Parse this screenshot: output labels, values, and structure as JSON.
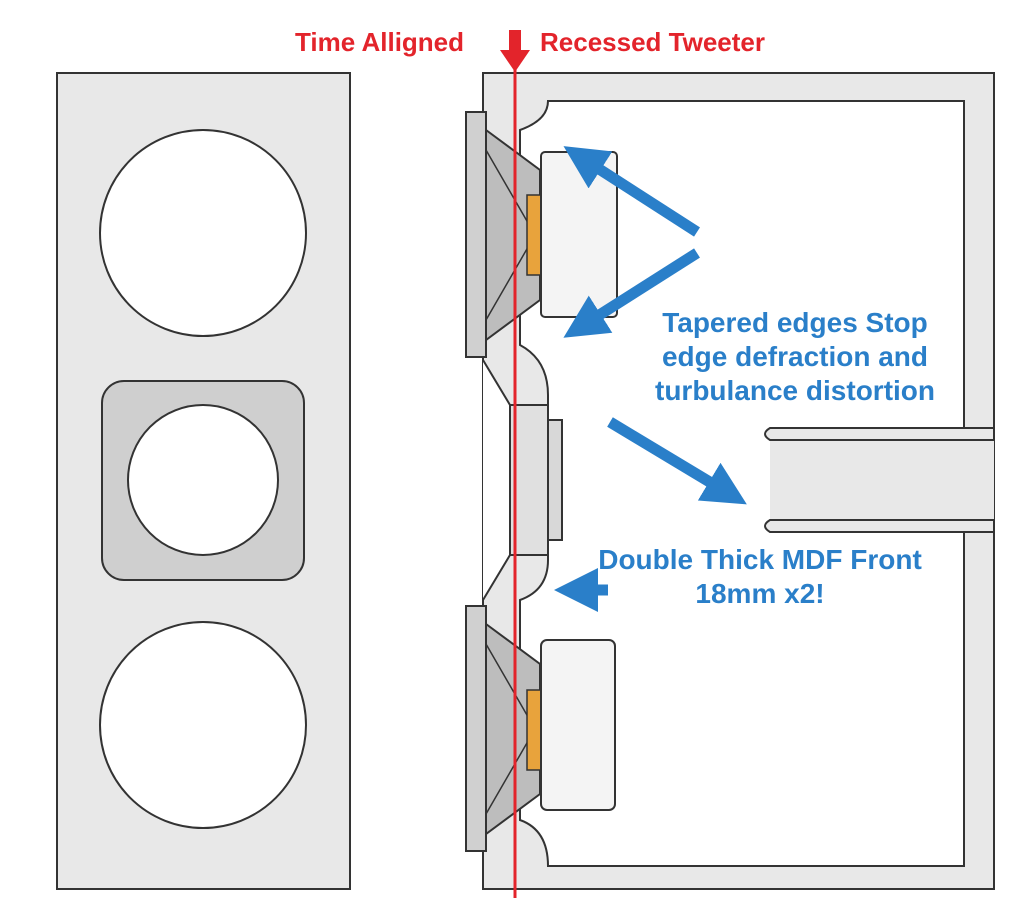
{
  "labels": {
    "time_aligned": "Time Alligned",
    "recessed_tweeter": "Recessed Tweeter",
    "tapered_edges": [
      "Tapered edges Stop",
      "edge defraction and",
      "turbulance distortion"
    ],
    "mdf_front": [
      "Double Thick MDF Front",
      "18mm x2!"
    ]
  },
  "colors": {
    "alignment_line": "#e3242b",
    "annotation": "#2a7fc9",
    "panel_fill": "#e8e8e8",
    "outline": "#333333"
  }
}
